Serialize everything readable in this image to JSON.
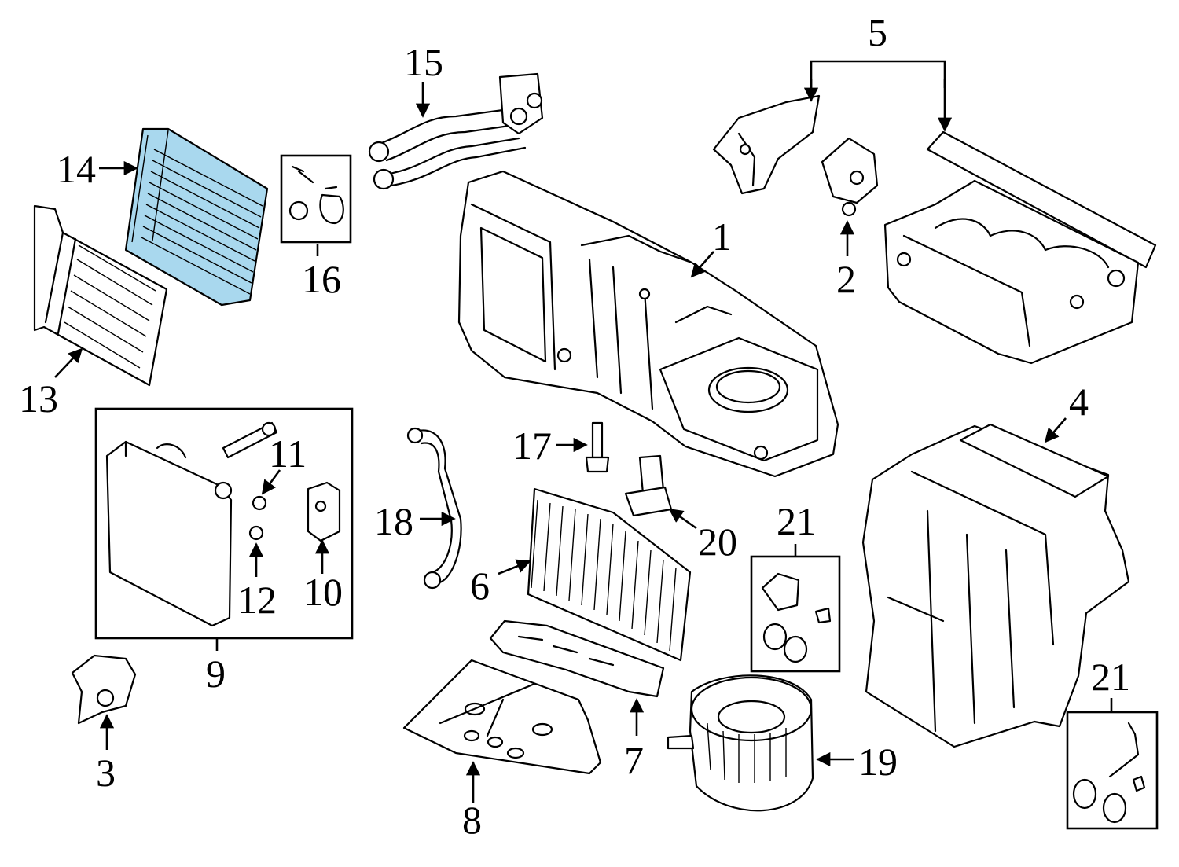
{
  "colors": {
    "line": "#000000",
    "background": "#ffffff",
    "highlight": "#a9d8ee"
  },
  "highlighted_part": "14",
  "callouts": {
    "c1": "1",
    "c2": "2",
    "c3": "3",
    "c4": "4",
    "c5": "5",
    "c6": "6",
    "c7": "7",
    "c8": "8",
    "c9": "9",
    "c10": "10",
    "c11": "11",
    "c12": "12",
    "c13": "13",
    "c14": "14",
    "c15": "15",
    "c16": "16",
    "c17": "17",
    "c18": "18",
    "c19": "19",
    "c20": "20",
    "c21a": "21",
    "c21b": "21"
  }
}
